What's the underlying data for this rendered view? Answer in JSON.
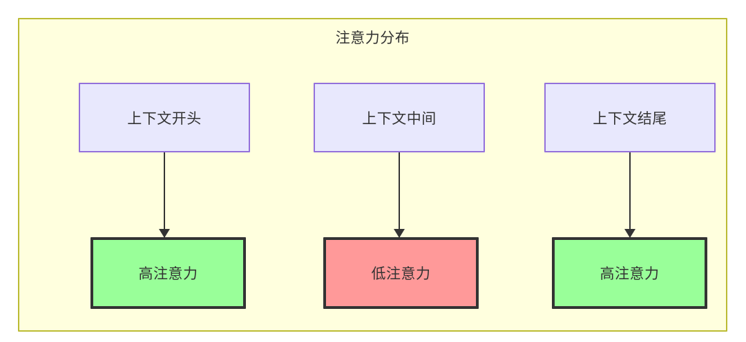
{
  "diagram": {
    "title": "注意力分布",
    "background_color": "#ffffde",
    "border_color": "#bbbb33",
    "columns": [
      {
        "id": "context-start",
        "source": {
          "label": "上下文开头",
          "fill": "#e8e8fd",
          "stroke": "#9370db"
        },
        "target": {
          "label": "高注意力",
          "fill": "#99ff99",
          "stroke": "#333333"
        },
        "edge": {
          "direction": "down",
          "label": ""
        }
      },
      {
        "id": "context-middle",
        "source": {
          "label": "上下文中间",
          "fill": "#e8e8fd",
          "stroke": "#9370db"
        },
        "target": {
          "label": "低注意力",
          "fill": "#ff9999",
          "stroke": "#333333"
        },
        "edge": {
          "direction": "down",
          "label": ""
        }
      },
      {
        "id": "context-end",
        "source": {
          "label": "上下文结尾",
          "fill": "#e8e8fd",
          "stroke": "#9370db"
        },
        "target": {
          "label": "高注意力",
          "fill": "#99ff99",
          "stroke": "#333333"
        },
        "edge": {
          "direction": "down",
          "label": ""
        }
      }
    ]
  }
}
